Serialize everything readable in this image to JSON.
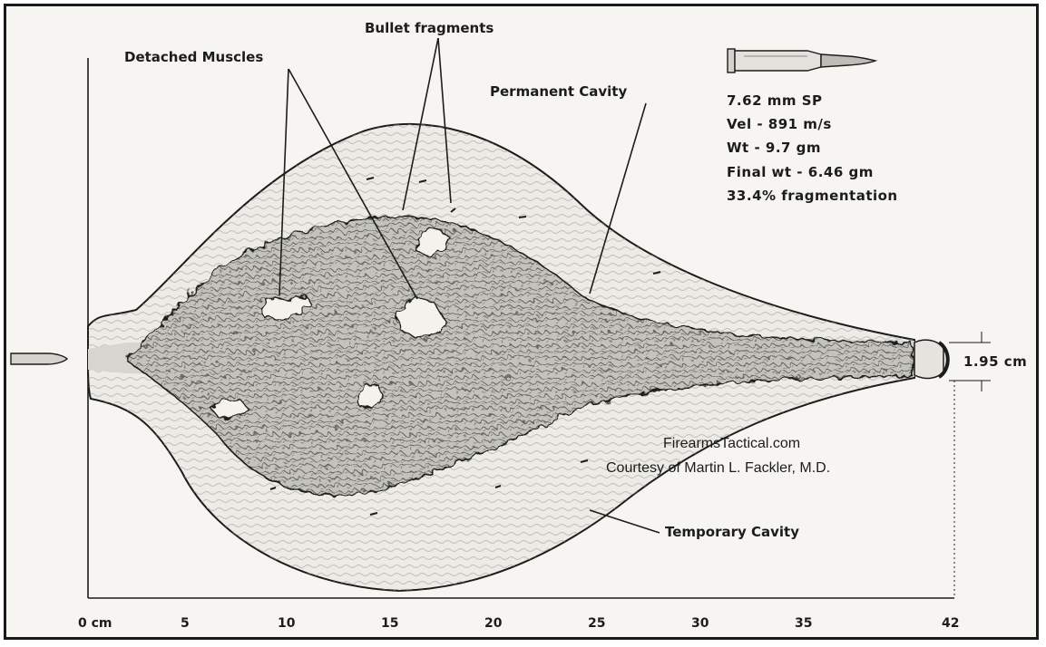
{
  "labels": {
    "detached_muscles": "Detached Muscles",
    "bullet_fragments": "Bullet fragments",
    "permanent_cavity": "Permanent Cavity",
    "temporary_cavity": "Temporary Cavity"
  },
  "bullet_specs": {
    "caliber": "7.62 mm SP",
    "velocity": "Vel - 891 m/s",
    "weight": "Wt - 9.7 gm",
    "final_weight": "Final wt - 6.46 gm",
    "fragmentation": "33.4% fragmentation"
  },
  "end_diameter": "1.95 cm",
  "credit": {
    "site": "FirearmsTactical.com",
    "courtesy": "Courtesy of Martin L. Fackler, M.D."
  },
  "axis": {
    "ticks": [
      "0 cm",
      "5",
      "10",
      "15",
      "20",
      "25",
      "30",
      "35",
      "42"
    ]
  },
  "colors": {
    "ink": "#1c1c1c",
    "paper": "#f6f5f1",
    "tissue": "#e9e8e2",
    "permanent": "#bdbcb6"
  }
}
